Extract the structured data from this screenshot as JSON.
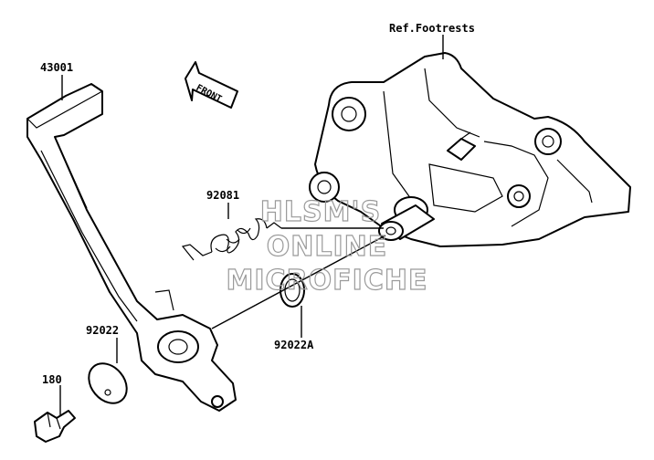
{
  "parts": [
    {
      "id": "pedal",
      "label": "43001"
    },
    {
      "id": "spring",
      "label": "92081"
    },
    {
      "id": "washer-large",
      "label": "92022"
    },
    {
      "id": "washer-small",
      "label": "92022A"
    },
    {
      "id": "bolt",
      "label": "180"
    }
  ],
  "reference": {
    "label": "Ref.Footrests"
  },
  "direction": {
    "label": "FRONT"
  },
  "watermark": {
    "line1": "HLSM'S",
    "line2": "ONLINE",
    "line3": "MICROFICHE"
  }
}
